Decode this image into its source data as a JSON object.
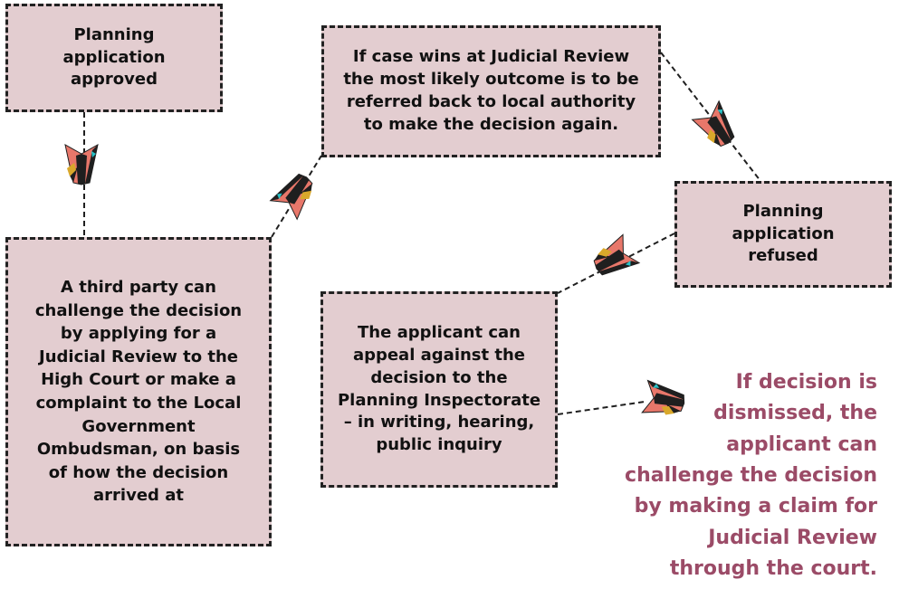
{
  "boxes": {
    "approved": "Planning\napplication\napproved",
    "judicial_review_outcome": "If case wins at Judicial Review\nthe most likely outcome is to be\nreferred back to local authority\nto make the decision again.",
    "refused": "Planning\napplication\nrefused",
    "third_party": "A third party can\nchallenge the decision\nby  applying for a\nJudicial Review to the\nHigh Court or make a\ncomplaint to the Local\nGovernment\nOmbudsman, on basis\nof how the decision\narrived at",
    "appeal": "The applicant can\nappeal against the\ndecision  to the\nPlanning Inspectorate\n– in writing, hearing,\npublic inquiry"
  },
  "dismissed_note": "If decision is\ndismissed, the\napplicant can\nchallenge the decision\nby making a claim for\nJudicial Review\nthrough the court.",
  "colors": {
    "box_fill": "#e3cdd0",
    "box_border": "#222222",
    "note_text": "#9b4b67",
    "arrow_coral": "#e8776a",
    "arrow_dark": "#1f1f1f",
    "arrow_gold": "#d9a82b",
    "arrow_teal": "#28c2c7"
  },
  "icons": [
    "paper-plane-icon"
  ]
}
